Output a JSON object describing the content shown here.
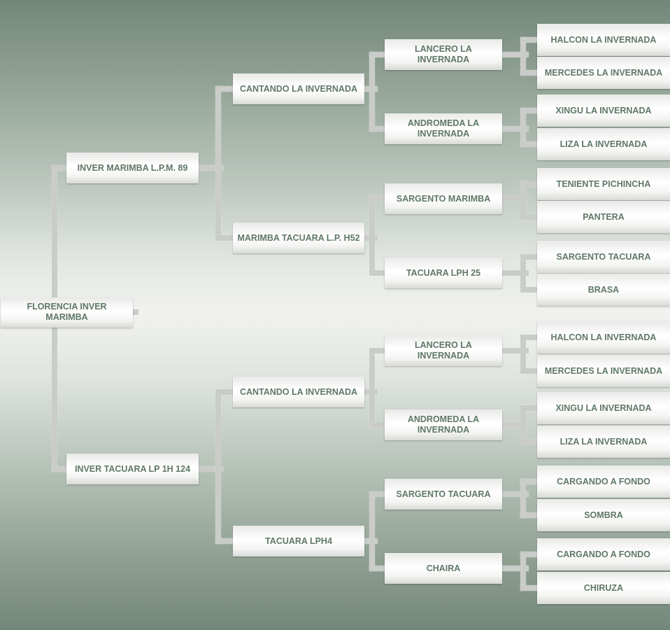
{
  "pedigree": {
    "subject": "FLORENCIA INVER MARIMBA",
    "parents": [
      "INVER MARIMBA L.P.M. 89",
      "INVER TACUARA LP 1H 124"
    ],
    "grandparents": [
      "CANTANDO LA INVERNADA",
      "MARIMBA TACUARA L.P. H52",
      "CANTANDO LA INVERNADA",
      "TACUARA LPH4"
    ],
    "great_grandparents": [
      "LANCERO LA INVERNADA",
      "ANDROMEDA LA INVERNADA",
      "SARGENTO MARIMBA",
      "TACUARA LPH 25",
      "LANCERO LA INVERNADA",
      "ANDROMEDA LA INVERNADA",
      "SARGENTO TACUARA",
      "CHAIRA"
    ],
    "great_great_grandparents": [
      "HALCON LA INVERNADA",
      "MERCEDES LA INVERNADA",
      "XINGU LA INVERNADA",
      "LIZA LA INVERNADA",
      "TENIENTE PICHINCHA",
      "PANTERA",
      "SARGENTO TACUARA",
      "BRASA",
      "HALCON LA INVERNADA",
      "MERCEDES LA INVERNADA",
      "XINGU LA INVERNADA",
      "LIZA LA INVERNADA",
      "CARGANDO A FONDO",
      "SOMBRA",
      "CARGANDO A FONDO",
      "CHIRUZA"
    ]
  },
  "colors": {
    "text": "#5f7767",
    "connector": "#c9ccc8"
  }
}
